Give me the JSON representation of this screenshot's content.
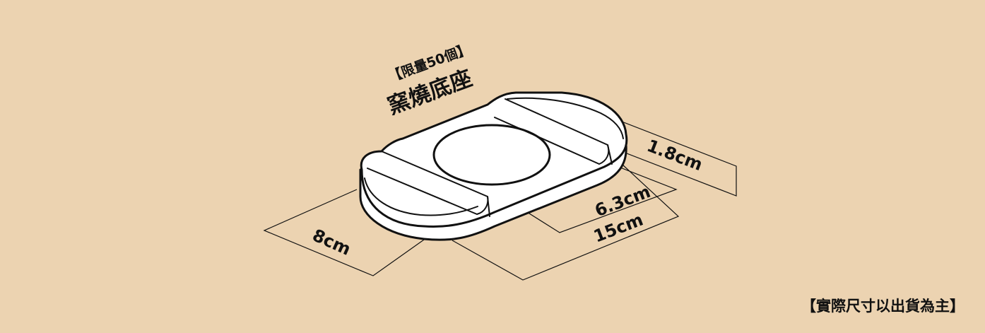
{
  "title": {
    "tag": "【限量50個】",
    "name": "窯燒底座"
  },
  "dimensions": {
    "height": "1.8cm",
    "hole": "6.3cm",
    "length": "15cm",
    "width": "8cm"
  },
  "note": "【實際尺寸以出貨為主】",
  "colors": {
    "background": "#ecd3b1",
    "outline": "#111111",
    "fill": "#ffffff"
  }
}
